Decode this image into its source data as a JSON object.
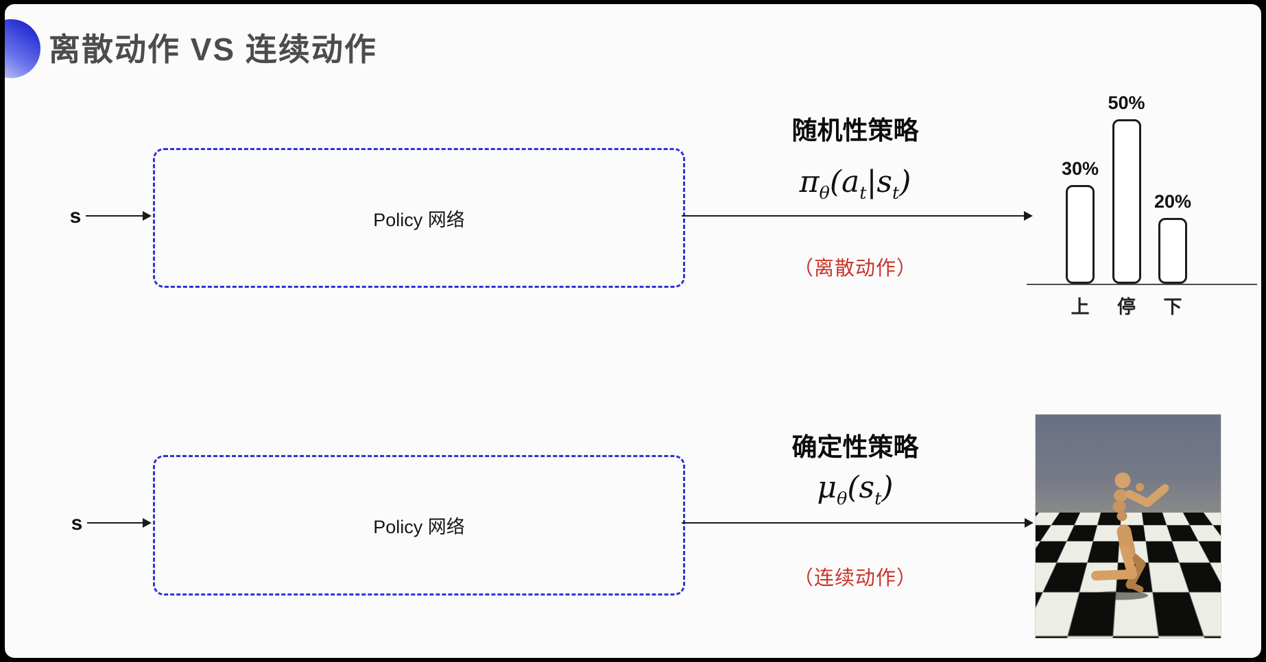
{
  "title": "离散动作 VS 连续动作",
  "rows": {
    "stochastic": {
      "input_label": "s",
      "box_label": "Policy 网络",
      "policy_title": "随机性策略",
      "formula": "π_{θ}(a_{t}|s_{t})",
      "action_note": "（离散动作）"
    },
    "deterministic": {
      "input_label": "s",
      "box_label": "Policy 网络",
      "policy_title": "确定性策略",
      "formula": "μ_{θ}(s_{t})",
      "action_note": "（连续动作）"
    }
  },
  "chart_data": {
    "type": "bar",
    "title": "",
    "categories": [
      "上",
      "停",
      "下"
    ],
    "values": [
      30,
      50,
      20
    ],
    "value_labels": [
      "30%",
      "50%",
      "20%"
    ],
    "ylim": [
      0,
      55
    ],
    "grid": false,
    "legend": "none"
  },
  "sim_image": {
    "alt": "humanoid-robot-on-checkerboard-floor"
  },
  "colors": {
    "box_border_blue": "#3032d6",
    "action_red": "#c9342c",
    "title_gray": "#4c4c4c",
    "arrow_black": "#1a1a1a"
  }
}
